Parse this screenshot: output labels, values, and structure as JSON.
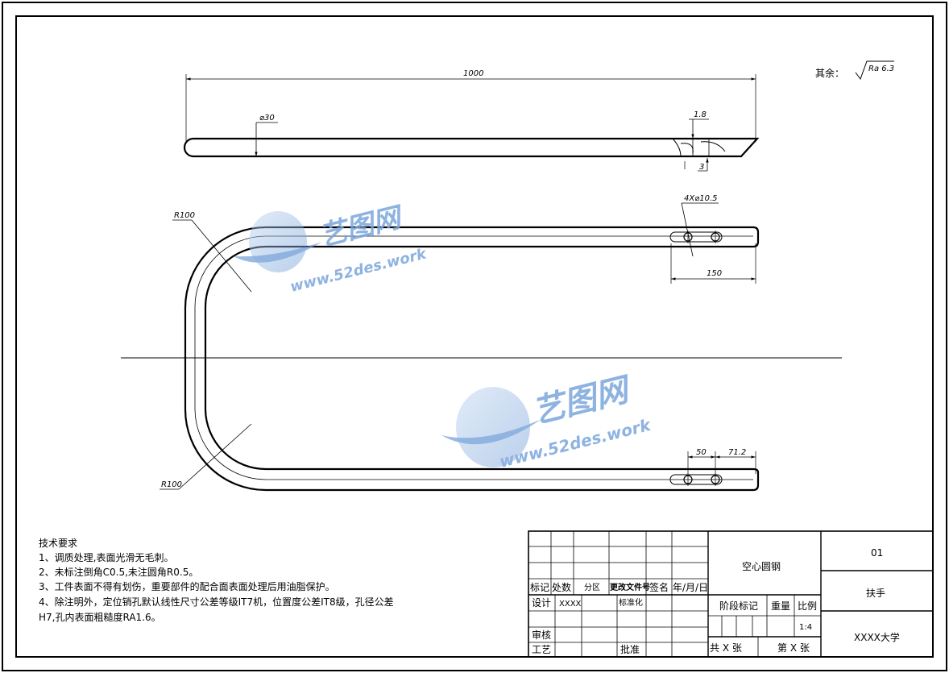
{
  "dimensions": {
    "length_total": "1000",
    "diameter": "⌀30",
    "gap": "1.8",
    "depth": "3",
    "holes": "4X⌀10.5",
    "slot_length": "150",
    "bend_radius_top": "R100",
    "bend_radius_bottom": "R100",
    "hole_spacing": "50",
    "hole_offset": "71.2"
  },
  "roughness": {
    "label": "其余：",
    "value": "Ra 6.3"
  },
  "watermark": {
    "brand": "艺图网",
    "url": "www.52des.work"
  },
  "requirements": {
    "title": "技术要求",
    "items": [
      "1、调质处理,表面光滑无毛刺。",
      "2、未标注倒角C0.5,未注圆角R0.5。",
      "3、工件表面不得有划伤，重要部件的配合面表面处理后用油脂保护。",
      "4、除注明外，定位销孔默认线性尺寸公差等级IT7机，位置度公差IT8级，孔径公差",
      "H7,孔内表面粗糙度RA1.6。"
    ]
  },
  "title_block": {
    "material": "空心圆钢",
    "drawing_no": "01",
    "part_name": "扶手",
    "organization": "XXXX大学",
    "mark": "标记",
    "count": "处数",
    "zone": "分区",
    "change_doc": "更改文件号",
    "signature": "签名",
    "date": "年/月/日",
    "design": "设计",
    "designer": "XXXX",
    "standardize": "标准化",
    "stage_mark": "阶段标记",
    "weight": "重量",
    "scale_label": "比例",
    "scale": "1:4",
    "review": "审核",
    "process": "工艺",
    "approve": "批准",
    "total_sheets": "共  X  张",
    "sheet_no": "第  X  张"
  }
}
